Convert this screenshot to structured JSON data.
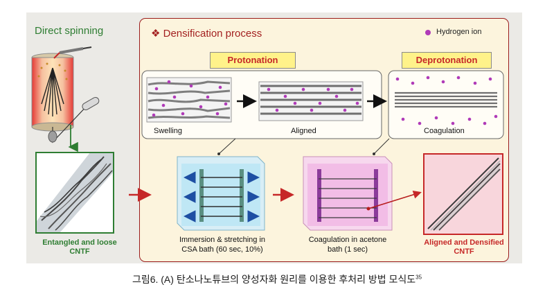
{
  "direct_spinning": "Direct spinning",
  "densification_title": "Densification process",
  "densification_marker": "❖",
  "hydrogen_ion": "Hydrogen ion",
  "protonation": "Protonation",
  "deprotonation": "Deprotonation",
  "swelling": "Swelling",
  "aligned": "Aligned",
  "coagulation": "Coagulation",
  "entangled_line1": "Entangled and loose",
  "entangled_line2": "CNTF",
  "immersion_line1": "Immersion & stretching in",
  "immersion_line2": "CSA bath (60 sec, 10%)",
  "acetone_line1": "Coagulation in acetone",
  "acetone_line2": "bath (1 sec)",
  "aligned_dense_line1": "Aligned and Densified",
  "aligned_dense_line2": "CNTF",
  "caption_text": "그림6. (A) 탄소나노튜브의 양성자화 원리를 이용한 후처리 방법 모식도",
  "caption_ref": "35",
  "colors": {
    "green": "#2e7d32",
    "red": "#c62828",
    "hydrogen_ion": "#b03ab8",
    "csa_bath": "#bfe7f5",
    "acetone_bath": "#f2bde6"
  }
}
